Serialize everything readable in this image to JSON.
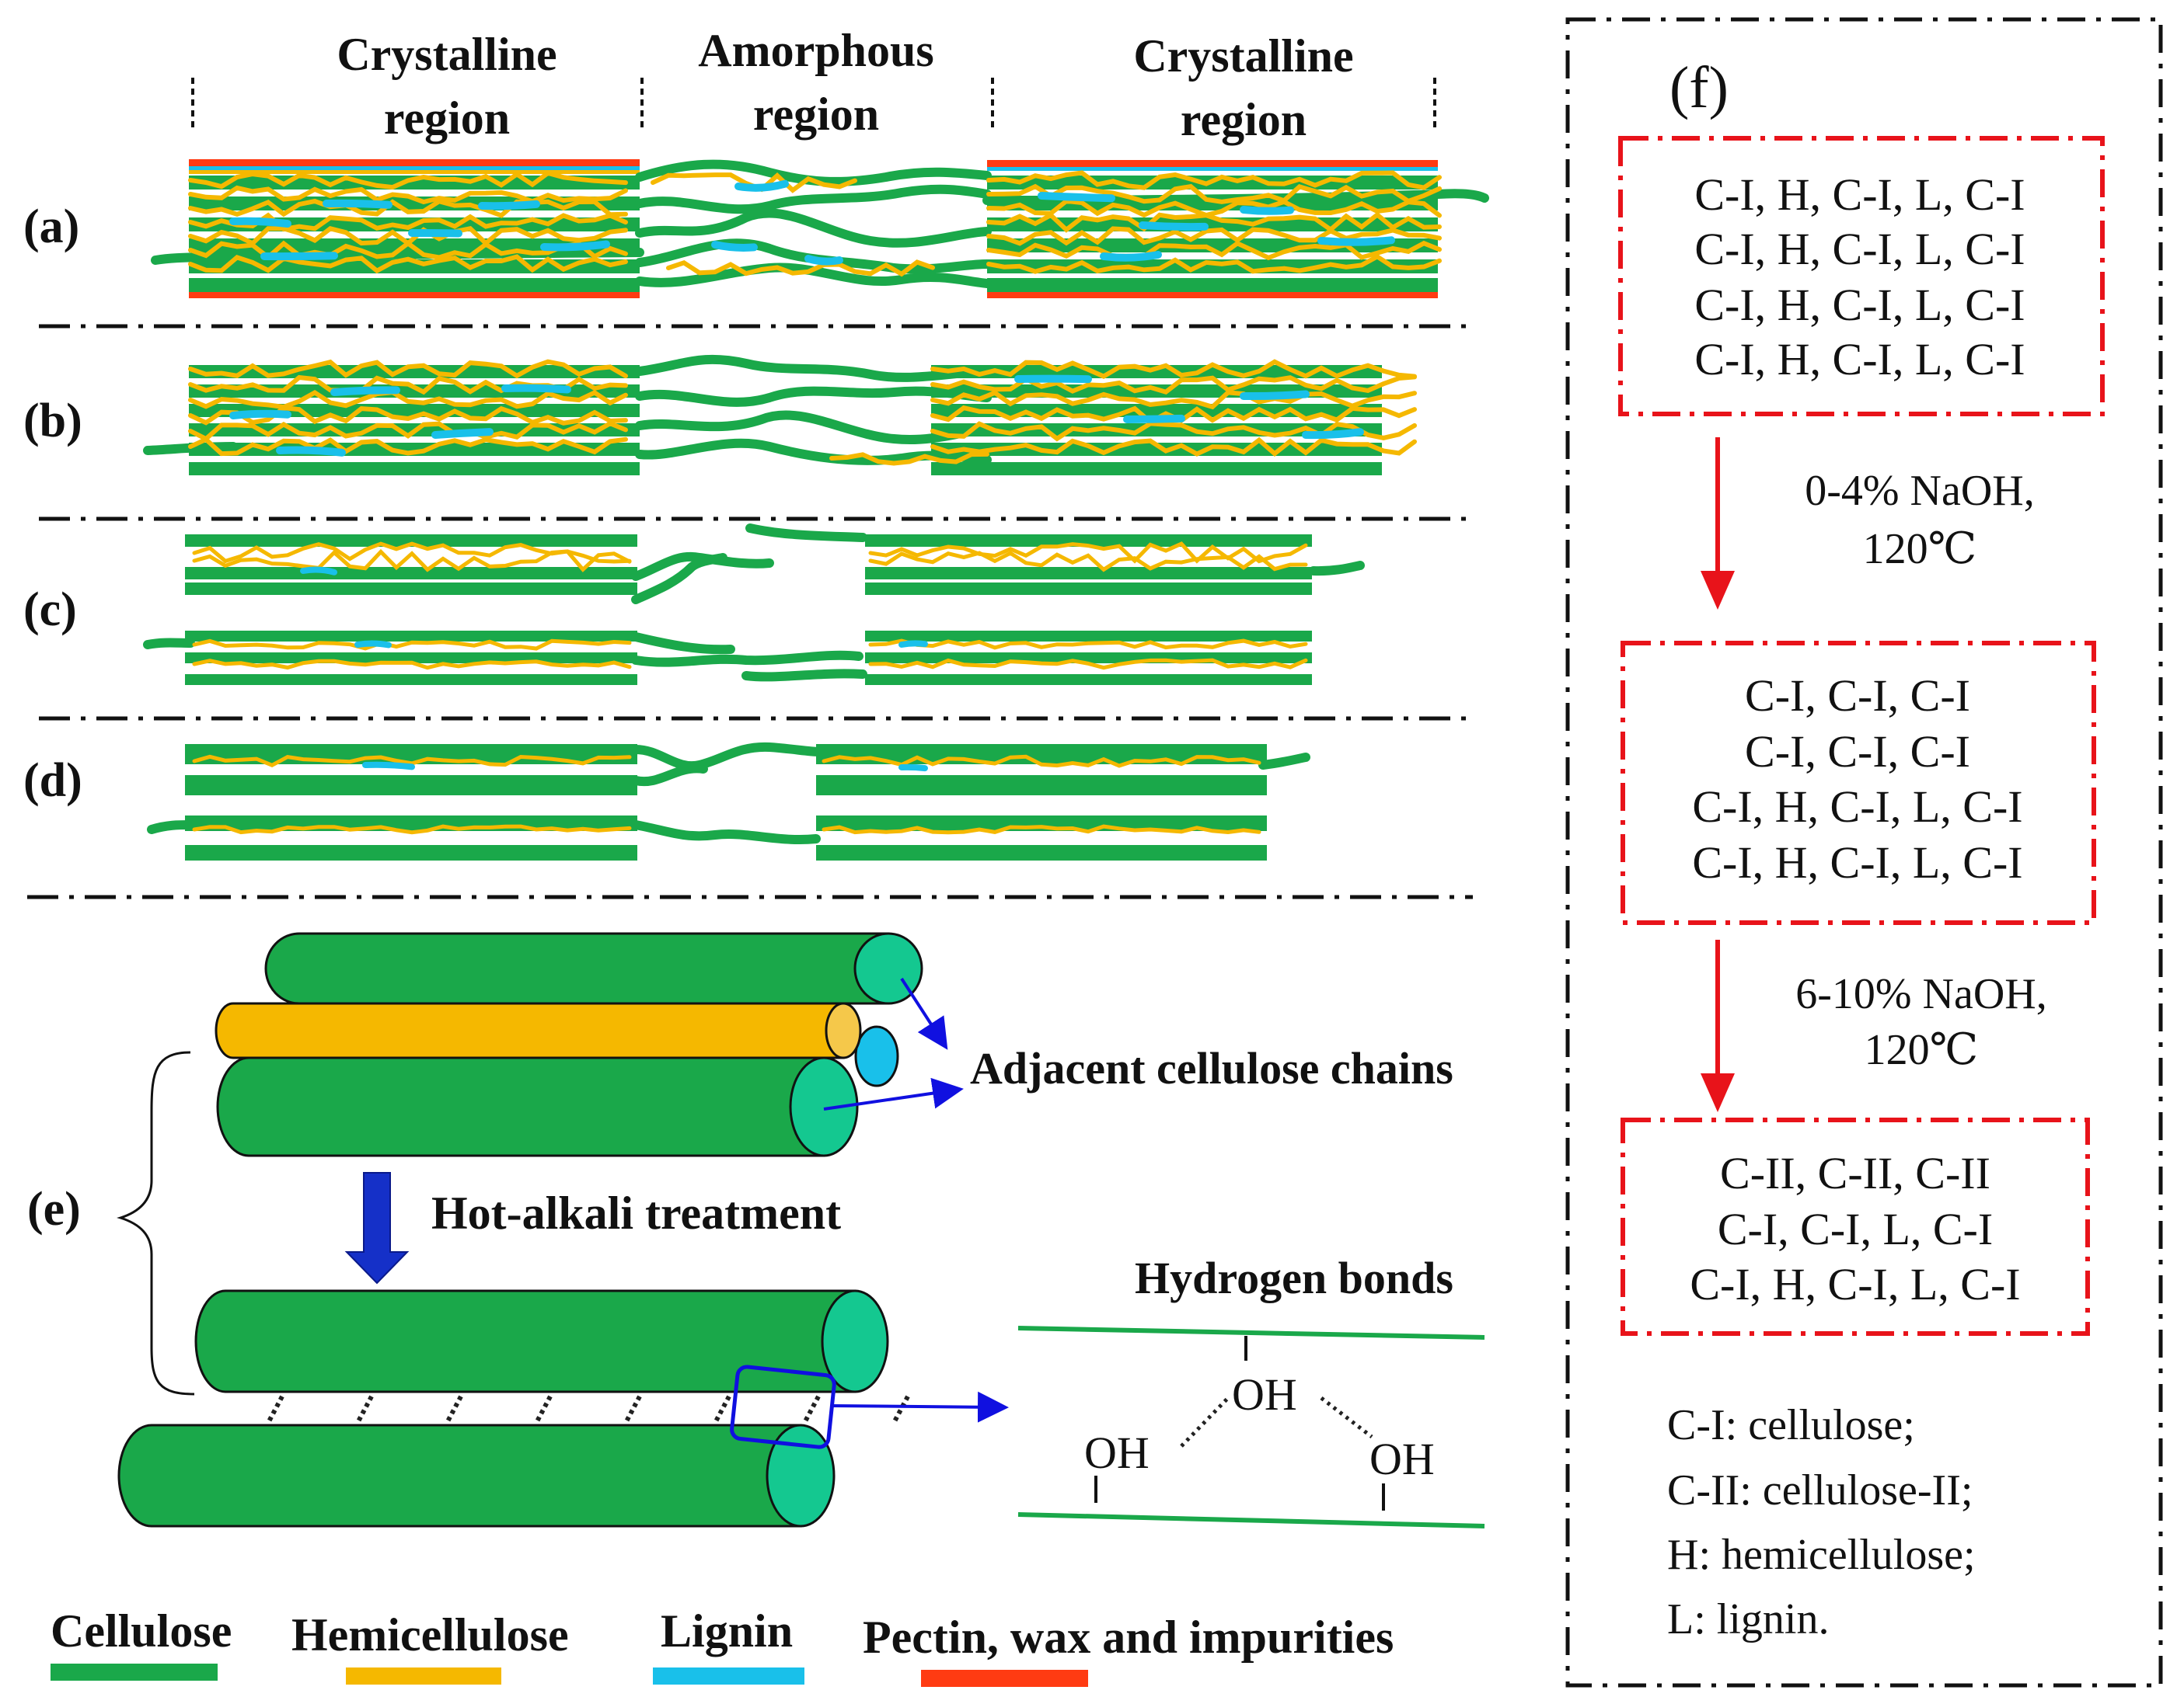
{
  "header": {
    "left_region": [
      "Crystalline",
      "region"
    ],
    "middle_region": [
      "Amorphous",
      "region"
    ],
    "right_region": [
      "Crystalline",
      "region"
    ]
  },
  "panel_labels": {
    "a": "(a)",
    "b": "(b)",
    "c": "(c)",
    "d": "(d)",
    "e": "(e)"
  },
  "panel_e": {
    "adjacent_label": "Adjacent cellulose chains",
    "treatment_label": "Hot-alkali treatment",
    "hbond_title": "Hydrogen bonds",
    "oh_label": "OH"
  },
  "legend": [
    {
      "label": "Cellulose",
      "color": "#1aa84a"
    },
    {
      "label": "Hemicellulose",
      "color": "#f5b800"
    },
    {
      "label": "Lignin",
      "color": "#19c0ea"
    },
    {
      "label": "Pectin, wax and impurities",
      "color": "#ff3b12"
    }
  ],
  "panel_f": {
    "label": "(f)",
    "box1": [
      "C-I, H, C-I, L, C-I",
      "C-I, H, C-I, L, C-I",
      "C-I, H, C-I, L, C-I",
      "C-I, H, C-I, L, C-I"
    ],
    "step1": [
      "0-4% NaOH,",
      "120℃"
    ],
    "box2": [
      "C-I, C-I, C-I",
      "C-I, C-I, C-I",
      "C-I, H, C-I, L, C-I",
      "C-I, H, C-I, L, C-I"
    ],
    "step2": [
      "6-10% NaOH,",
      "120℃"
    ],
    "box3": [
      "C-II, C-II, C-II",
      "C-I, C-I, L, C-I",
      "C-I, H, C-I, L, C-I"
    ],
    "definitions": [
      "C-I: cellulose;",
      "C-II: cellulose-II;",
      "H: hemicellulose;",
      "L: lignin."
    ]
  },
  "colors": {
    "cellulose": "#1aa84a",
    "cellulose_end": "#14c890",
    "hemicellulose": "#f5b800",
    "lignin": "#19c0ea",
    "impurities": "#ff3b12",
    "arrow_red": "#e8131a",
    "arrow_blue": "#1010e0",
    "dashes": "#222222"
  }
}
